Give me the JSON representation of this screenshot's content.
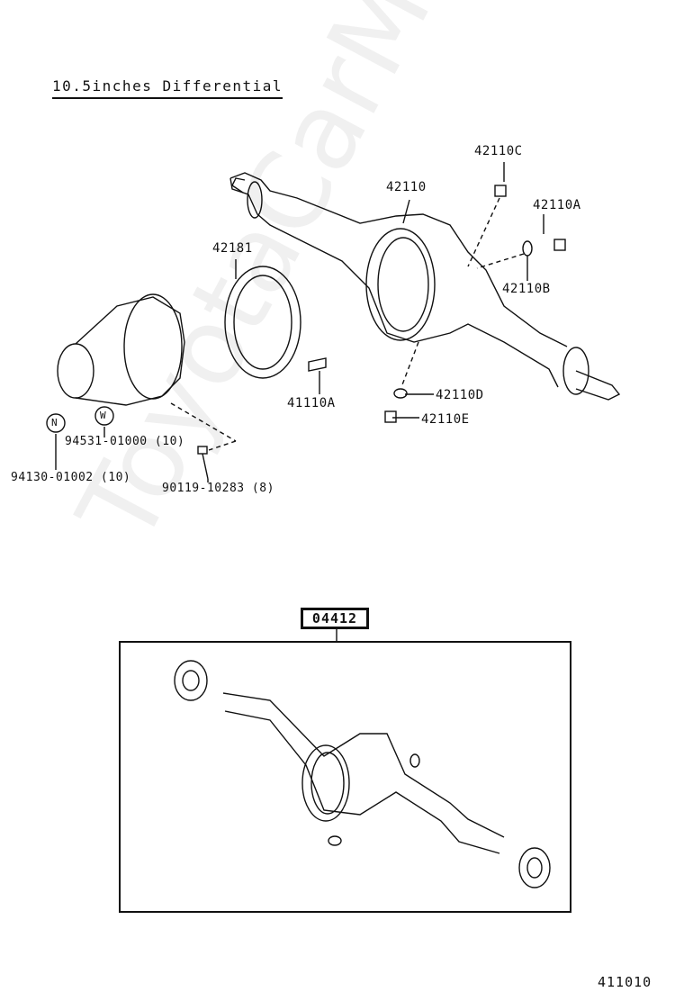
{
  "title": "10.5inches Differential",
  "parts": {
    "p42110": "42110",
    "p42110C": "42110C",
    "p42110A": "42110A",
    "p42110B": "42110B",
    "p42181": "42181",
    "p41110A": "41110A",
    "p42110D": "42110D",
    "p42110E": "42110E",
    "p94531": "94531-01000 (10)",
    "p94130": "94130-01002 (10)",
    "p90119": "90119-10283 (8)"
  },
  "markers": {
    "n": "N",
    "w": "W"
  },
  "kit": {
    "code": "04412"
  },
  "illustration_code": "411010",
  "watermark": "ToyotaCarMite.ru"
}
